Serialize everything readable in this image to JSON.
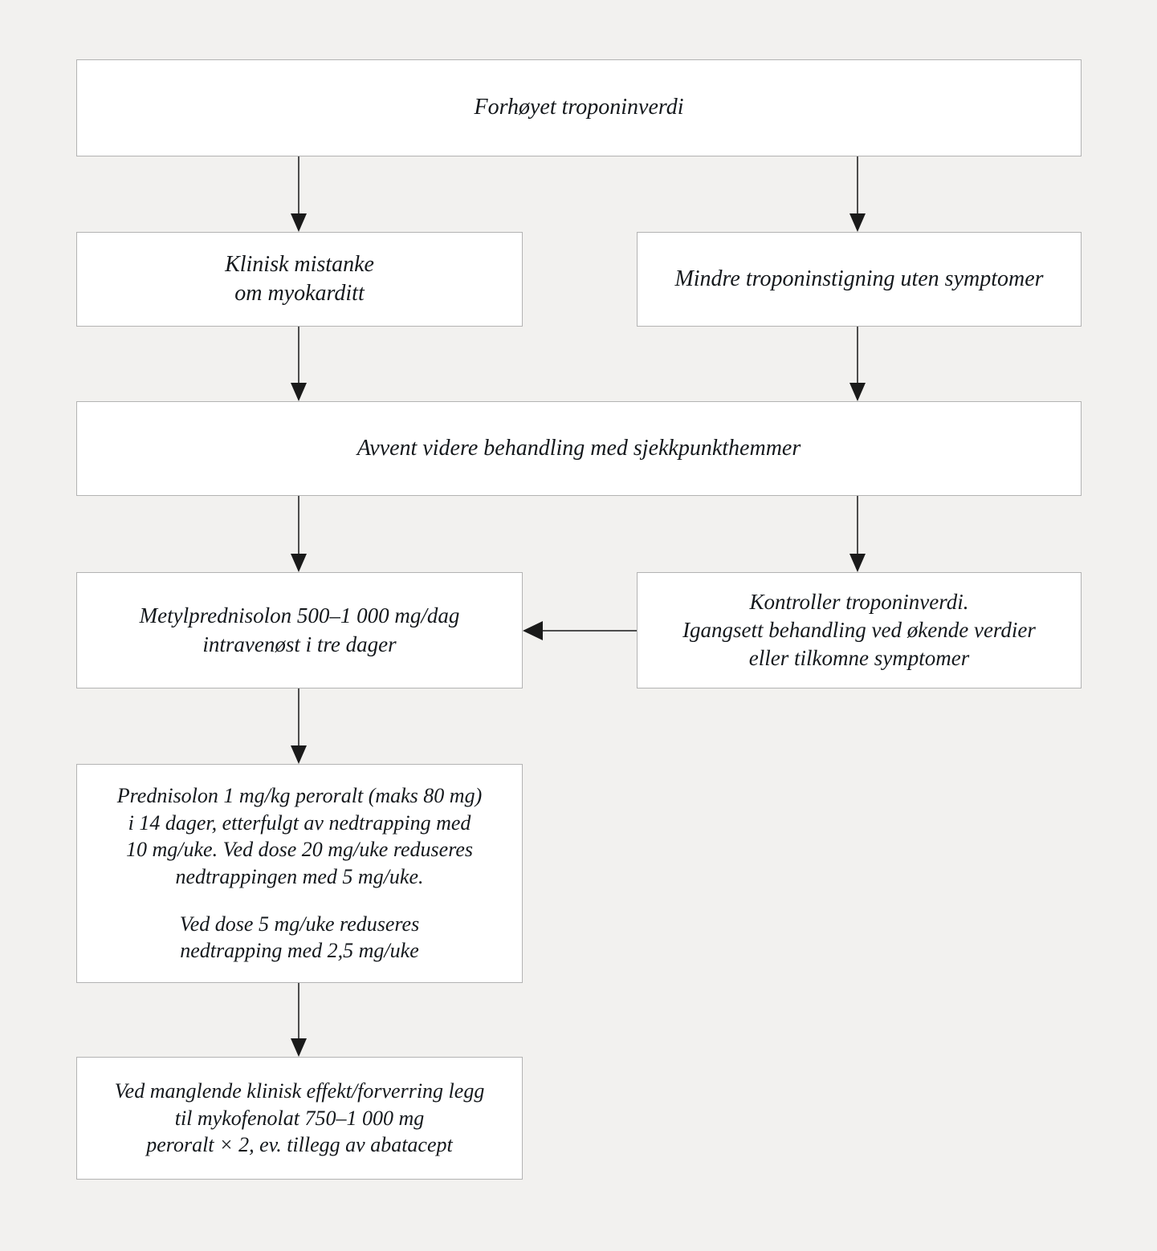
{
  "diagram": {
    "type": "flowchart",
    "language": "nb-NO",
    "orientation": "top-down",
    "background_color": "#f2f1ef",
    "node_fill_color": "#ffffff",
    "node_border_color": "#b3b3b3",
    "connector_color": "#1a1a1a",
    "text_color": "#14181c",
    "nodes": [
      {
        "id": "troponin",
        "label": "Forhøyet troponinverdi",
        "lines": [
          "Forhøyet troponinverdi"
        ]
      },
      {
        "id": "mistanke",
        "label": "Klinisk mistanke om myokarditt",
        "lines": [
          "Klinisk mistanke",
          "om myokarditt"
        ]
      },
      {
        "id": "mindre",
        "label": "Mindre troponinstigning uten symptomer",
        "lines": [
          "Mindre troponinstigning uten symptomer"
        ]
      },
      {
        "id": "avvent",
        "label": "Avvent videre behandling med sjekkpunkthemmer",
        "lines": [
          "Avvent videre behandling med sjekkpunkthemmer"
        ]
      },
      {
        "id": "metyl",
        "label": "Metylprednisolon 500–1 000 mg/dag intravenøst i tre dager",
        "lines": [
          "Metylprednisolon 500–1 000 mg/dag",
          "intravenøst i tre dager"
        ]
      },
      {
        "id": "kontroller",
        "label": "Kontroller troponinverdi. Igangsett behandling ved økende verdier eller tilkomne symptomer",
        "lines": [
          "Kontroller troponinverdi.",
          "Igangsett behandling ved økende verdier",
          "eller tilkomne symptomer"
        ]
      },
      {
        "id": "prednisolon",
        "label": "Prednisolon 1 mg/kg peroralt (maks 80 mg) i 14 dager, etterfulgt av nedtrapping med 10 mg/uke. Ved dose 20 mg/uke reduseres nedtrappingen med 5 mg/uke. Ved dose 5 mg/uke reduseres nedtrapping med 2,5 mg/uke",
        "paragraph_1_lines": [
          "Prednisolon 1 mg/kg peroralt (maks 80 mg)",
          "i 14 dager, etterfulgt av nedtrapping med",
          "10 mg/uke. Ved dose 20 mg/uke reduseres",
          "nedtrappingen med 5 mg/uke."
        ],
        "paragraph_2_lines": [
          "Ved dose 5 mg/uke reduseres",
          "nedtrapping med 2,5 mg/uke"
        ]
      },
      {
        "id": "mykofenolat",
        "label": "Ved manglende klinisk effekt/forverring legg til mykofenolat 750–1 000 mg peroralt × 2, ev. tillegg av abatacept",
        "lines": [
          "Ved manglende klinisk effekt/forverring legg",
          "til mykofenolat 750–1 000 mg",
          "peroralt × 2, ev. tillegg av abatacept"
        ]
      }
    ],
    "edges": [
      {
        "id": "troponin-mistanke",
        "from": "troponin",
        "to": "mistanke",
        "direction": "down"
      },
      {
        "id": "troponin-mindre",
        "from": "troponin",
        "to": "mindre",
        "direction": "down"
      },
      {
        "id": "mistanke-avvent",
        "from": "mistanke",
        "to": "avvent",
        "direction": "down"
      },
      {
        "id": "mindre-avvent",
        "from": "mindre",
        "to": "avvent",
        "direction": "down"
      },
      {
        "id": "avvent-metyl",
        "from": "avvent",
        "to": "metyl",
        "direction": "down"
      },
      {
        "id": "avvent-kontroller",
        "from": "avvent",
        "to": "kontroller",
        "direction": "down"
      },
      {
        "id": "kontroller-metyl",
        "from": "kontroller",
        "to": "metyl",
        "direction": "left"
      },
      {
        "id": "metyl-prednisolon",
        "from": "metyl",
        "to": "prednisolon",
        "direction": "down"
      },
      {
        "id": "prednisolon-myko",
        "from": "prednisolon",
        "to": "mykofenolat",
        "direction": "down"
      }
    ]
  }
}
